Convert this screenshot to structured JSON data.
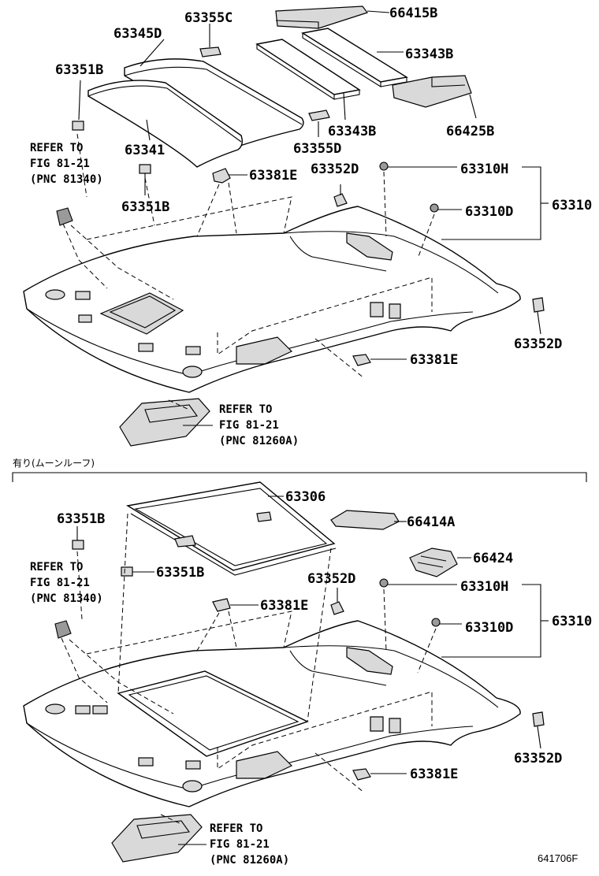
{
  "top": {
    "labels": {
      "p66415B": "66415B",
      "p63355C": "63355C",
      "p63345D": "63345D",
      "p63343B_a": "63343B",
      "p63351B_a": "63351B",
      "p63343B_b": "63343B",
      "p66425B": "66425B",
      "p63341": "63341",
      "p63355D": "63355D",
      "p63351B_b": "63351B",
      "p63381E_a": "63381E",
      "p63352D_a": "63352D",
      "p63310H": "63310H",
      "p63310D": "63310D",
      "p63310": "63310",
      "p63352D_b": "63352D",
      "p63381E_b": "63381E"
    },
    "ref_a": {
      "line1": "REFER TO",
      "line2": "FIG 81-21",
      "line3": "(PNC 81340)"
    },
    "ref_b": {
      "line1": "REFER TO",
      "line2": "FIG 81-21",
      "line3": "(PNC 81260A)"
    }
  },
  "section_note": "有り(ムーンルーフ)",
  "bottom": {
    "labels": {
      "p63306": "63306",
      "p63351B_a": "63351B",
      "p66414A": "66414A",
      "p63351B_b": "63351B",
      "p66424": "66424",
      "p63352D_a": "63352D",
      "p63310H": "63310H",
      "p63381E_a": "63381E",
      "p63310D": "63310D",
      "p63310": "63310",
      "p63352D_b": "63352D",
      "p63381E_b": "63381E"
    },
    "ref_a": {
      "line1": "REFER TO",
      "line2": "FIG 81-21",
      "line3": "(PNC 81340)"
    },
    "ref_b": {
      "line1": "REFER TO",
      "line2": "FIG 81-21",
      "line3": "(PNC 81260A)"
    }
  },
  "figure_code": "641706F"
}
